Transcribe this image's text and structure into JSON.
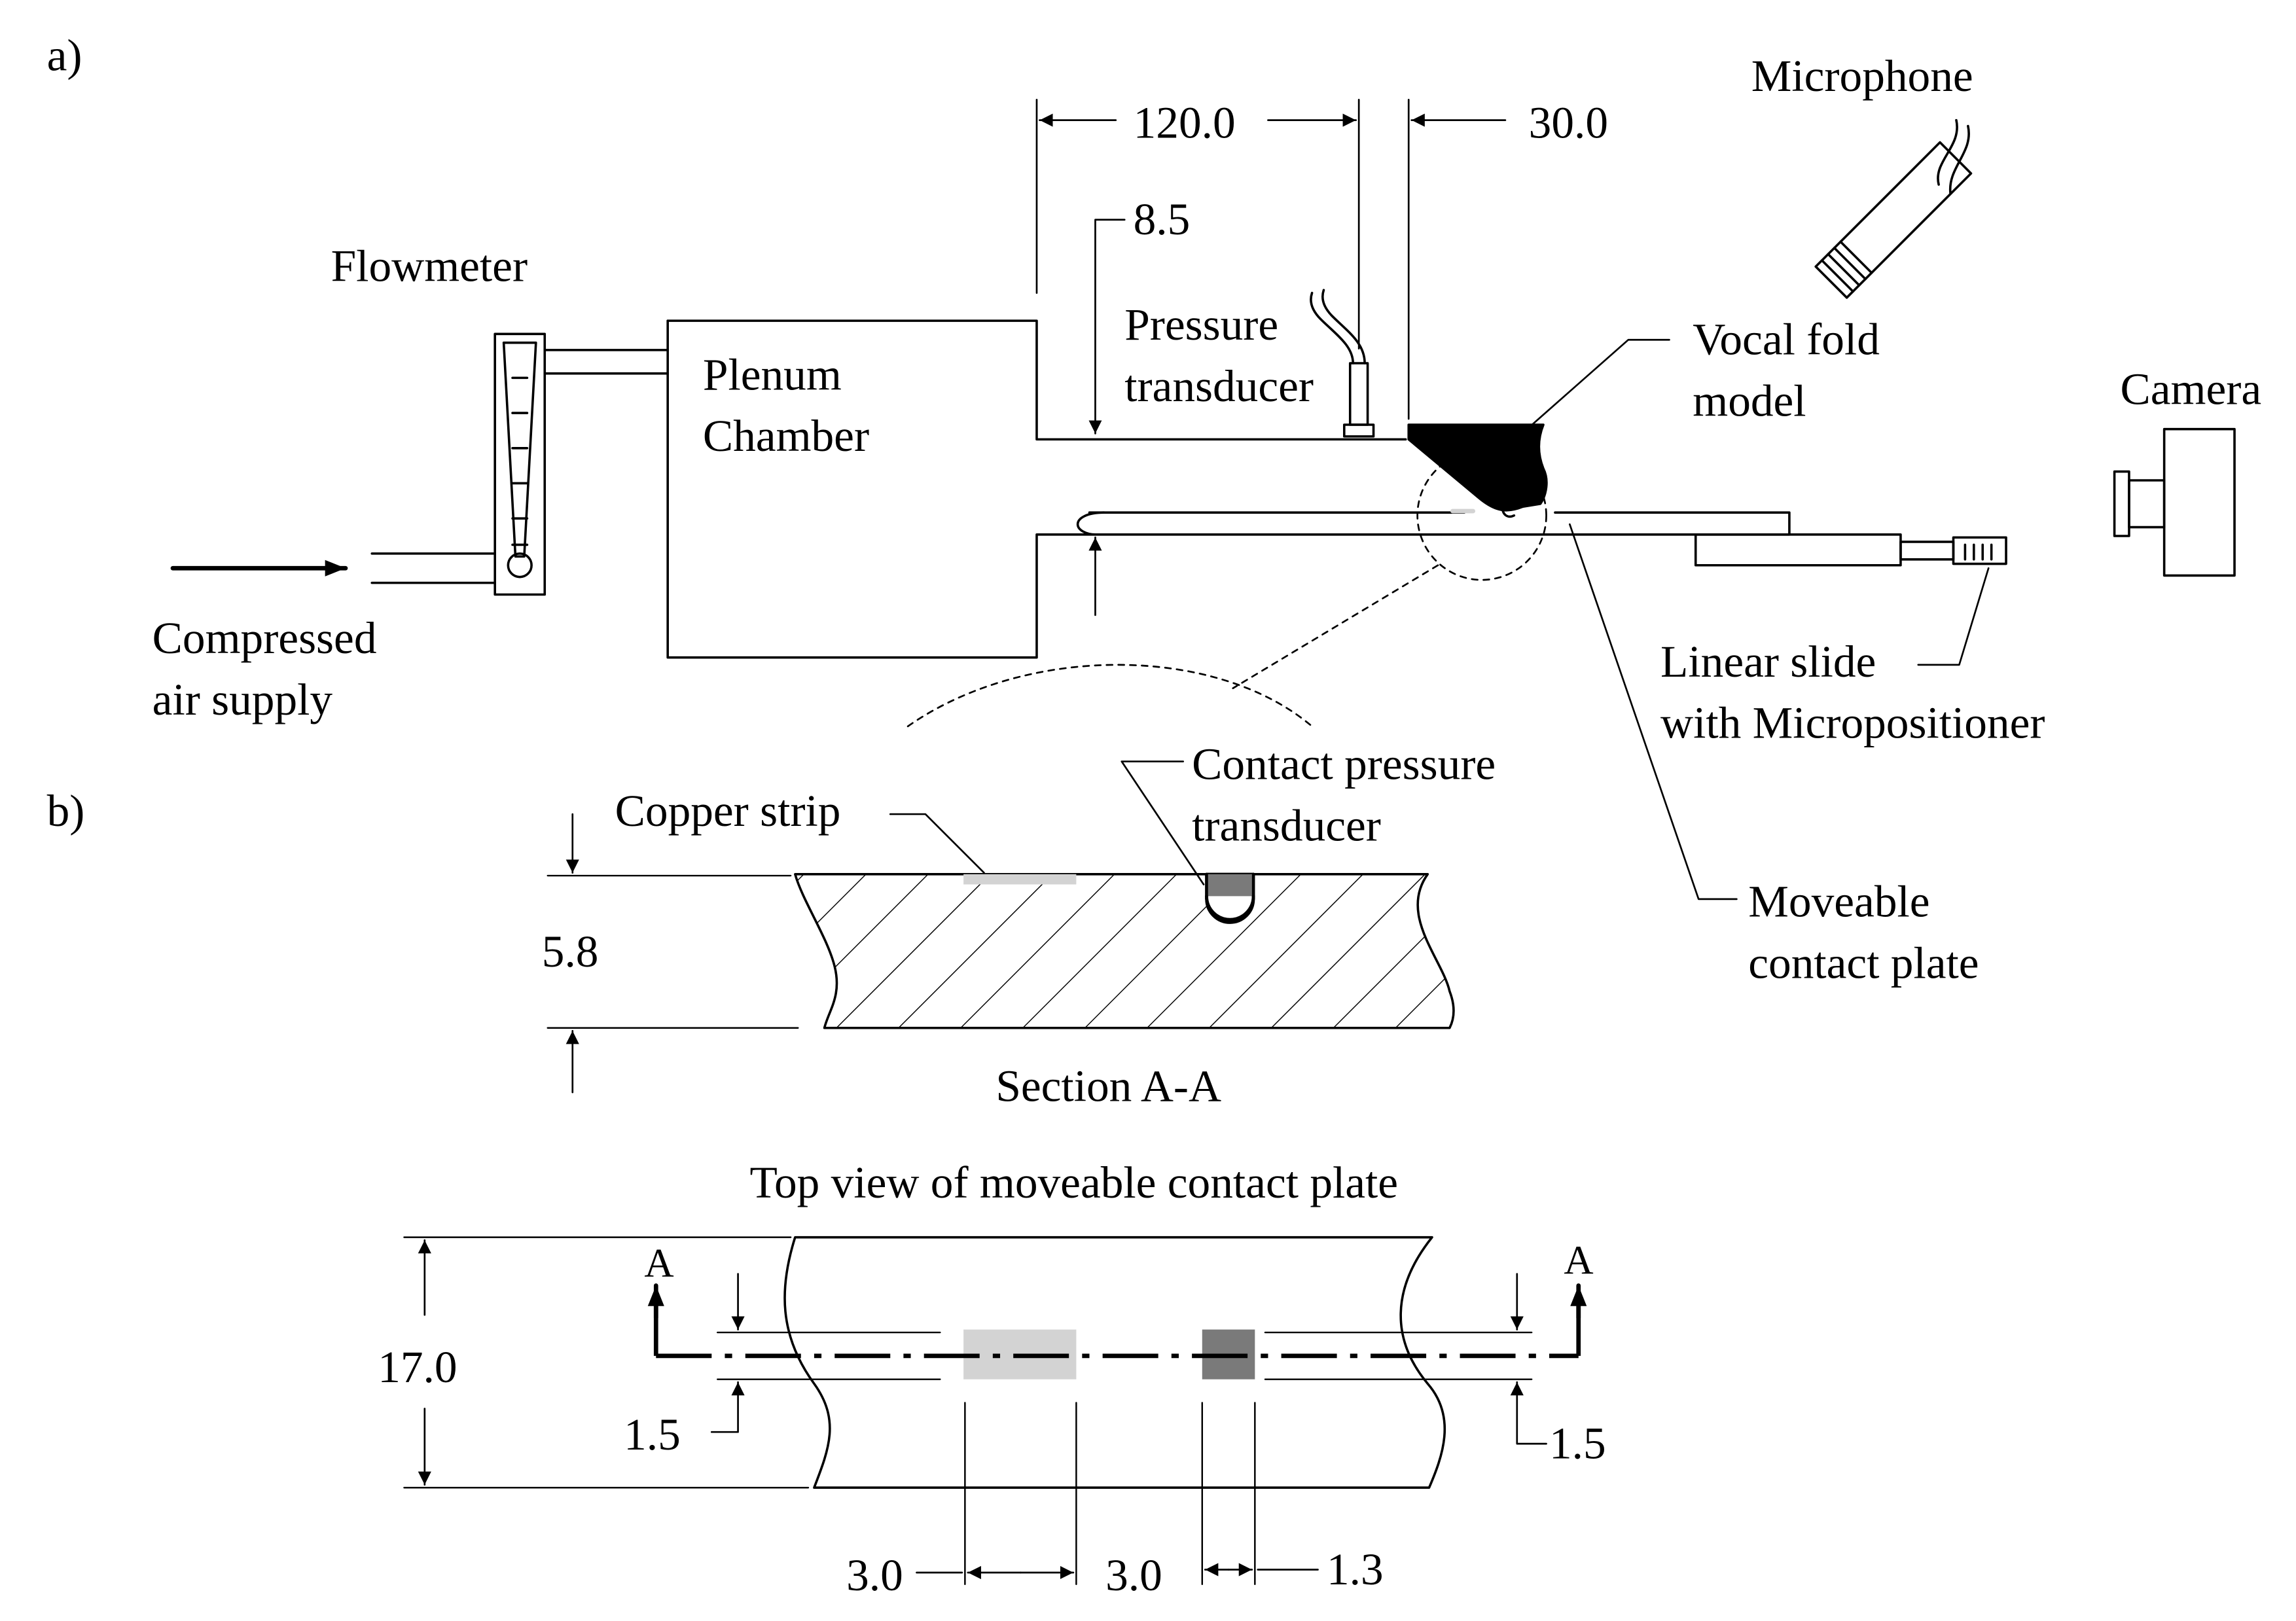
{
  "panels": {
    "a": "a)",
    "b": "b)"
  },
  "labels": {
    "flowmeter": "Flowmeter",
    "compressed_line1": "Compressed",
    "compressed_line2": "air supply",
    "plenum_line1": "Plenum",
    "plenum_line2": "Chamber",
    "pressure_line1": "Pressure",
    "pressure_line2": "transducer",
    "vocal_line1": "Vocal fold",
    "vocal_line2": "model",
    "microphone": "Microphone",
    "camera": "Camera",
    "linear_line1": "Linear slide",
    "linear_line2": "with Micropositioner",
    "moveable_line1": "Moveable",
    "moveable_line2": "contact plate",
    "copper_strip": "Copper strip",
    "contact_line1": "Contact pressure",
    "contact_line2": "transducer",
    "section_aa": "Section A-A",
    "top_view": "Top view of moveable contact plate",
    "section_mark_left": "A",
    "section_mark_right": "A"
  },
  "dimensions": {
    "d120": "120.0",
    "d30": "30.0",
    "d8_5": "8.5",
    "d5_8": "5.8",
    "d17": "17.0",
    "d1_5_left": "1.5",
    "d1_5_right": "1.5",
    "d3_0_left": "3.0",
    "d3_0_right": "3.0",
    "d1_3": "1.3"
  },
  "colors": {
    "copper_strip": "#d3d3d3",
    "contact_transducer": "#7a7a7a",
    "vocal_fold": "#000000"
  }
}
